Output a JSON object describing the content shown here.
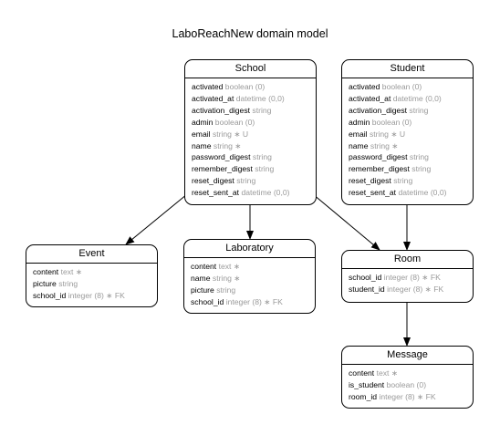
{
  "title": "LaboReachNew domain model",
  "colors": {
    "line": "#000000",
    "type_text": "#9a9a9a",
    "background": "#ffffff"
  },
  "entities": {
    "school": {
      "name": "School",
      "attributes": [
        {
          "name": "activated",
          "type": "boolean (0)"
        },
        {
          "name": "activated_at",
          "type": "datetime (0,0)"
        },
        {
          "name": "activation_digest",
          "type": "string"
        },
        {
          "name": "admin",
          "type": "boolean (0)"
        },
        {
          "name": "email",
          "type": "string ∗ U"
        },
        {
          "name": "name",
          "type": "string ∗"
        },
        {
          "name": "password_digest",
          "type": "string"
        },
        {
          "name": "remember_digest",
          "type": "string"
        },
        {
          "name": "reset_digest",
          "type": "string"
        },
        {
          "name": "reset_sent_at",
          "type": "datetime (0,0)"
        }
      ]
    },
    "student": {
      "name": "Student",
      "attributes": [
        {
          "name": "activated",
          "type": "boolean (0)"
        },
        {
          "name": "activated_at",
          "type": "datetime (0,0)"
        },
        {
          "name": "activation_digest",
          "type": "string"
        },
        {
          "name": "admin",
          "type": "boolean (0)"
        },
        {
          "name": "email",
          "type": "string ∗ U"
        },
        {
          "name": "name",
          "type": "string ∗"
        },
        {
          "name": "password_digest",
          "type": "string"
        },
        {
          "name": "remember_digest",
          "type": "string"
        },
        {
          "name": "reset_digest",
          "type": "string"
        },
        {
          "name": "reset_sent_at",
          "type": "datetime (0,0)"
        }
      ]
    },
    "event": {
      "name": "Event",
      "attributes": [
        {
          "name": "content",
          "type": "text ∗"
        },
        {
          "name": "picture",
          "type": "string"
        },
        {
          "name": "school_id",
          "type": "integer (8) ∗ FK"
        }
      ]
    },
    "laboratory": {
      "name": "Laboratory",
      "attributes": [
        {
          "name": "content",
          "type": "text ∗"
        },
        {
          "name": "name",
          "type": "string ∗"
        },
        {
          "name": "picture",
          "type": "string"
        },
        {
          "name": "school_id",
          "type": "integer (8) ∗ FK"
        }
      ]
    },
    "room": {
      "name": "Room",
      "attributes": [
        {
          "name": "school_id",
          "type": "integer (8) ∗ FK"
        },
        {
          "name": "student_id",
          "type": "integer (8) ∗ FK"
        }
      ]
    },
    "message": {
      "name": "Message",
      "attributes": [
        {
          "name": "content",
          "type": "text ∗"
        },
        {
          "name": "is_student",
          "type": "boolean (0)"
        },
        {
          "name": "room_id",
          "type": "integer (8) ∗ FK"
        }
      ]
    }
  },
  "relations": [
    {
      "from": "School",
      "to": "Event"
    },
    {
      "from": "School",
      "to": "Laboratory"
    },
    {
      "from": "School",
      "to": "Room"
    },
    {
      "from": "Student",
      "to": "Room"
    },
    {
      "from": "Room",
      "to": "Message"
    }
  ]
}
